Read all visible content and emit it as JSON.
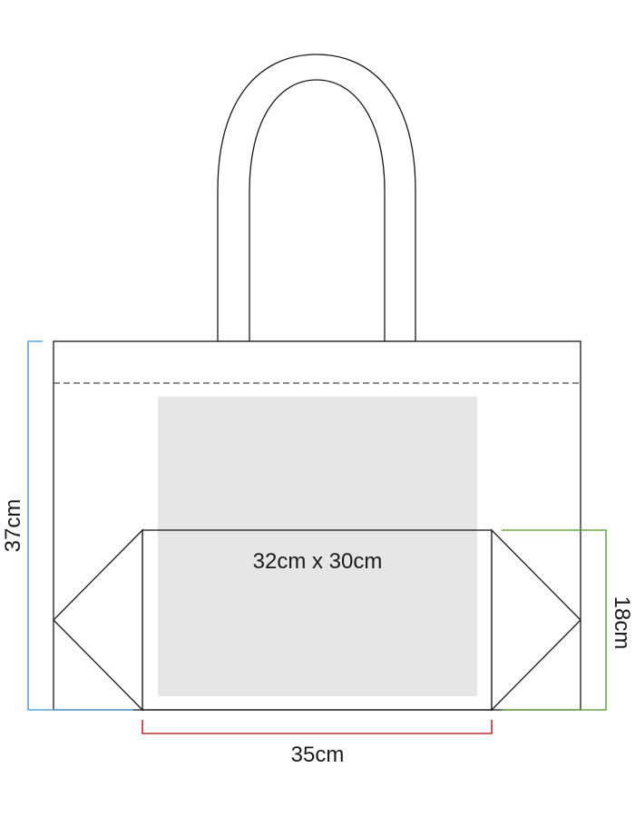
{
  "diagram": {
    "print_area_label": "32cm x 30cm",
    "height_label": "37cm",
    "gusset_label": "18cm",
    "width_label": "35cm",
    "colors": {
      "outline": "#1a1a1a",
      "print_area": "#e6e6e6",
      "height_dimension": "#5aa4dc",
      "gusset_dimension": "#6aaa48",
      "width_dimension": "#c8282e"
    }
  }
}
